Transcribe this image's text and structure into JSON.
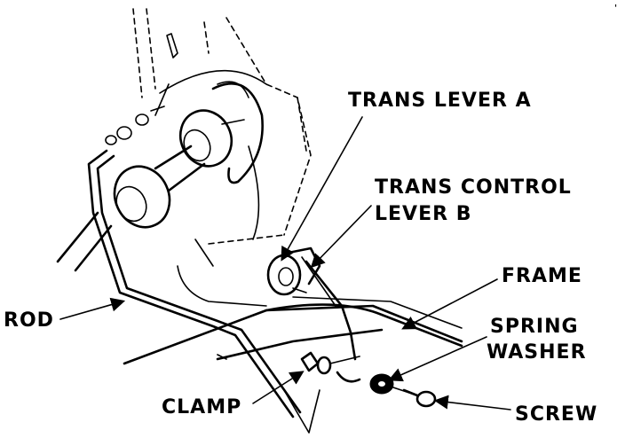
{
  "callouts": {
    "trans_lever_a": "TRANS LEVER A",
    "trans_control_lever_b_line1": "TRANS CONTROL",
    "trans_control_lever_b_line2": "LEVER B",
    "frame": "FRAME",
    "spring_washer_line1": "SPRING",
    "spring_washer_line2": "WASHER",
    "rod": "ROD",
    "clamp": "CLAMP",
    "screw": "SCREW"
  },
  "colors": {
    "ink": "#000000",
    "paper": "#ffffff"
  }
}
